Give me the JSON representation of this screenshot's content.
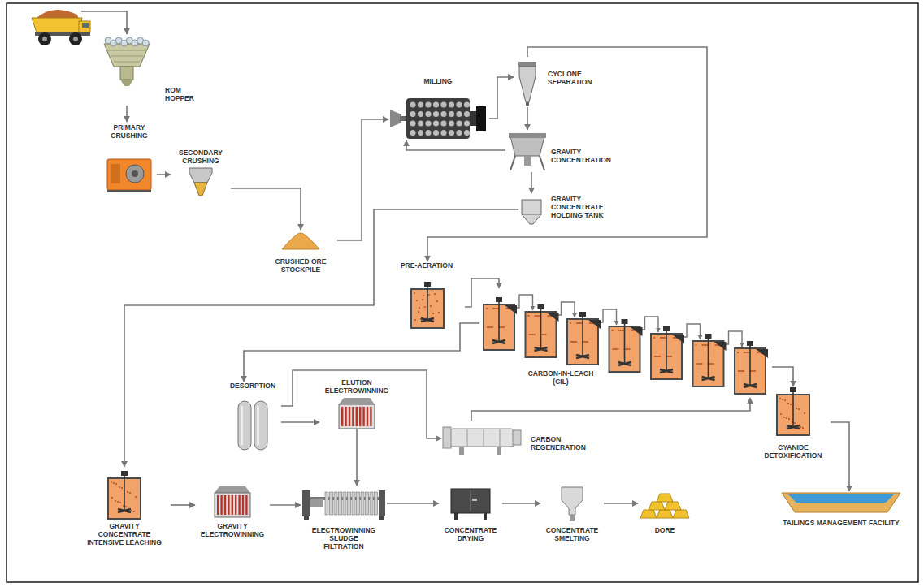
{
  "diagram": {
    "nodes": [
      {
        "text": [
          "ROM HOPPER"
        ]
      },
      {
        "text": [
          "PRIMARY CRUSHING"
        ]
      },
      {
        "text": [
          "SECONDARY CRUSHING"
        ]
      },
      {
        "text": [
          "CRUSHED ORE STOCKPILE"
        ]
      },
      {
        "text": [
          "MILLING"
        ]
      },
      {
        "text": [
          "CYCLONE SEPARATION"
        ]
      },
      {
        "text": [
          "GRAVITY CONCENTRATION"
        ]
      },
      {
        "text": [
          "GRAVITY CONCENTRATE HOLDING TANK"
        ]
      },
      {
        "text": [
          "PRE-AERATION"
        ]
      },
      {
        "text": [
          "CARBON-IN-LEACH (CIL)"
        ]
      },
      {
        "text": [
          "DESORPTION"
        ]
      },
      {
        "text": [
          "ELUTION ELECTROWINNING"
        ]
      },
      {
        "text": [
          "CARBON REGENERATION"
        ]
      },
      {
        "text": [
          "CYANIDE DETOXIFICATION"
        ]
      },
      {
        "text": [
          "GRAVITY CONCENTRATE INTENSIVE LEACHING"
        ]
      },
      {
        "text": [
          "GRAVITY ELECTROWINNING"
        ]
      },
      {
        "text": [
          "ELECTROWINNING SLUDGE FILTRATION"
        ]
      },
      {
        "text": [
          "CONCENTRATE DRYING"
        ]
      },
      {
        "text": [
          "CONCENTRATE SMELTING"
        ]
      },
      {
        "text": [
          "DORE"
        ]
      },
      {
        "text": [
          "TAILINGS MANAGEMENT FACILITY"
        ]
      }
    ],
    "edges": [
      {
        "from": 0,
        "to": 1,
        "arrow": "to"
      },
      {
        "from": 1,
        "to": 2,
        "arrow": "to"
      },
      {
        "from": 2,
        "to": 3,
        "arrow": "to"
      },
      {
        "from": 3,
        "to": 4,
        "arrow": "to"
      },
      {
        "from": 4,
        "to": 5,
        "arrow": "to"
      },
      {
        "from": 5,
        "to": 6,
        "arrow": "to"
      },
      {
        "from": 6,
        "to": 4,
        "arrow": "to"
      },
      {
        "from": 6,
        "to": 7,
        "arrow": "to"
      },
      {
        "from": 5,
        "to": 8,
        "arrow": "to"
      },
      {
        "from": 7,
        "to": 14,
        "arrow": "to"
      },
      {
        "from": 8,
        "to": 9,
        "arrow": "to"
      },
      {
        "from": 9,
        "to": 10,
        "arrow": "to"
      },
      {
        "from": 10,
        "to": 11,
        "arrow": "to"
      },
      {
        "from": 10,
        "to": 12,
        "arrow": "to"
      },
      {
        "from": 12,
        "to": 9,
        "arrow": "to"
      },
      {
        "from": 9,
        "to": 13,
        "arrow": "to"
      },
      {
        "from": 13,
        "to": 20,
        "arrow": "to"
      },
      {
        "from": 14,
        "to": 15,
        "arrow": "to"
      },
      {
        "from": 15,
        "to": 16,
        "arrow": "to"
      },
      {
        "from": 11,
        "to": 16,
        "arrow": "to"
      },
      {
        "from": 16,
        "to": 17,
        "arrow": "to"
      },
      {
        "from": 17,
        "to": 18,
        "arrow": "to"
      },
      {
        "from": 18,
        "to": 19,
        "arrow": "to"
      }
    ]
  }
}
